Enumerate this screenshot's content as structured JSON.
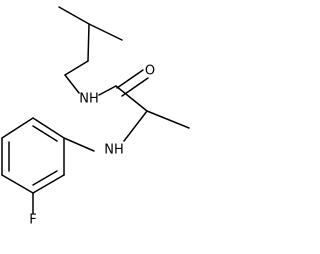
{
  "molecule": {
    "atoms": {
      "oxygen": "O",
      "amide_nitrogen": "NH",
      "amine_nitrogen": "NH",
      "fluorine": "F"
    }
  }
}
